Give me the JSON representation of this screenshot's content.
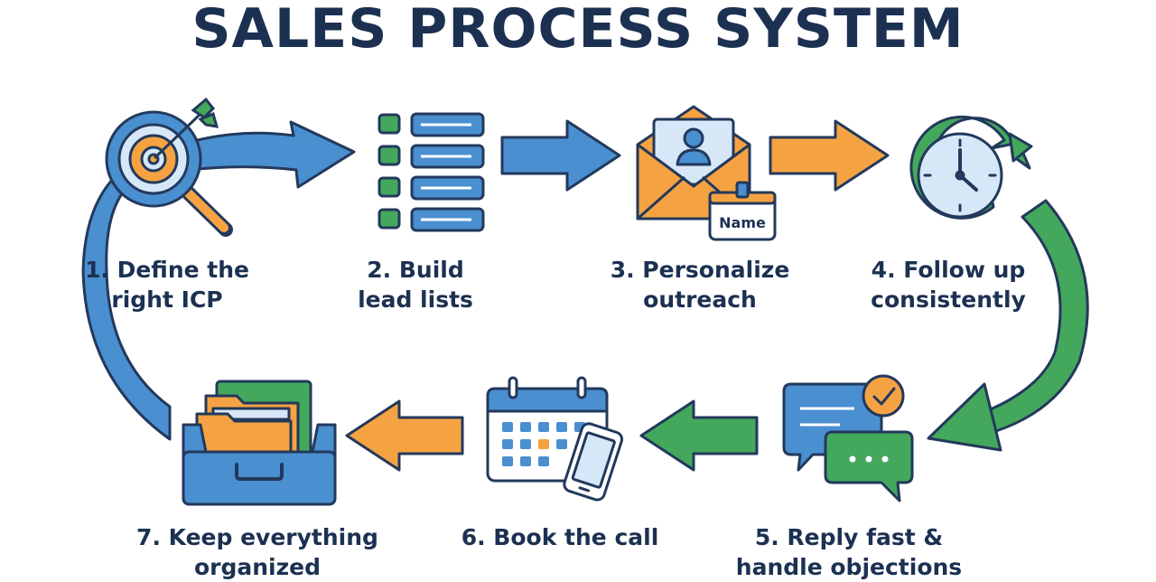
{
  "title": "SALES PROCESS SYSTEM",
  "colors": {
    "navy": "#1c3152",
    "blue": "#4a8fd0",
    "light_blue": "#d6e8f8",
    "orange": "#f5a342",
    "green": "#44a85c",
    "outline": "#23395c"
  },
  "steps": [
    {
      "line1": "1. Define the",
      "line2": "right ICP",
      "icon": "target-magnifier-icon"
    },
    {
      "line1": "2. Build",
      "line2": "lead lists",
      "icon": "checklist-icon"
    },
    {
      "line1": "3. Personalize",
      "line2": "outreach",
      "icon": "envelope-profile-icon",
      "badge_text": "Name"
    },
    {
      "line1": "4. Follow up",
      "line2": "consistently",
      "icon": "clock-cycle-icon"
    },
    {
      "line1": "5. Reply fast &",
      "line2": "handle objections",
      "icon": "chat-bubbles-icon"
    },
    {
      "line1": "6. Book the call",
      "line2": "",
      "icon": "calendar-phone-icon"
    },
    {
      "line1": "7. Keep everything",
      "line2": "organized",
      "icon": "file-drawer-icon"
    }
  ]
}
